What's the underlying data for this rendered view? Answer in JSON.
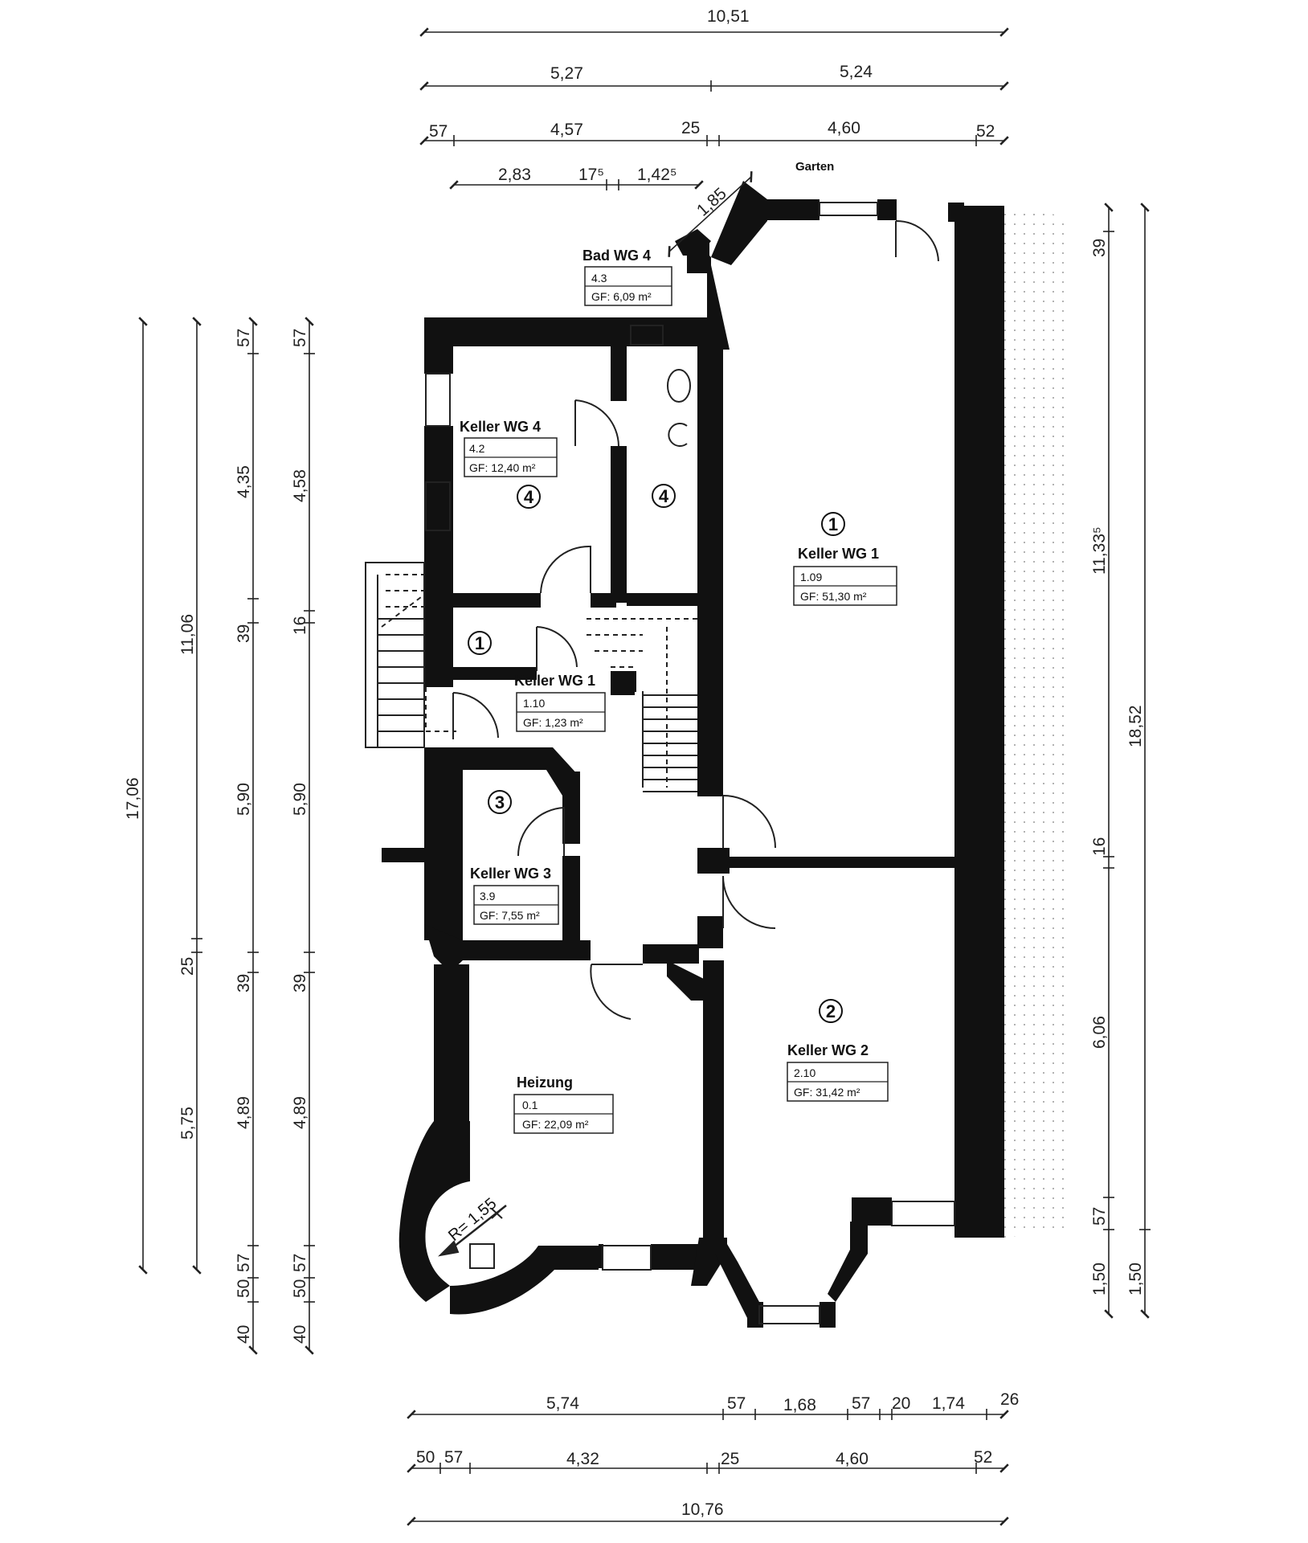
{
  "plan": {
    "rooms": [
      {
        "id": "keller-wg4",
        "name": "Keller WG 4",
        "number": "4.2",
        "area": "GF: 12,40 m²"
      },
      {
        "id": "bad-wg4",
        "name": "Bad WG 4",
        "number": "4.3",
        "area": "GF: 6,09 m²"
      },
      {
        "id": "keller-wg1-main",
        "name": "Keller WG 1",
        "number": "1.09",
        "area": "GF: 51,30 m²"
      },
      {
        "id": "keller-wg1-small",
        "name": "Keller WG 1",
        "number": "1.10",
        "area": "GF: 1,23 m²"
      },
      {
        "id": "keller-wg3",
        "name": "Keller WG 3",
        "number": "3.9",
        "area": "GF: 7,55 m²"
      },
      {
        "id": "keller-wg2",
        "name": "Keller WG 2",
        "number": "2.10",
        "area": "GF: 31,42 m²"
      },
      {
        "id": "heizung",
        "name": "Heizung",
        "number": "0.1",
        "area": "GF: 22,09 m²"
      }
    ],
    "badges": [
      "4",
      "4",
      "1",
      "1",
      "3",
      "2"
    ],
    "garden_label": "Garten",
    "radius_label": "R= 1,55",
    "dim_top": {
      "row1": [
        "10,51"
      ],
      "row2": [
        "5,27",
        "5,24"
      ],
      "row3": [
        "57",
        "4,57",
        "25",
        "4,60",
        "52"
      ],
      "row4": [
        "2,83",
        "17⁵",
        "1,42⁵"
      ],
      "diagonal": "1,85"
    },
    "dim_bottom": {
      "row1": [
        "5,74",
        "57",
        "1,68",
        "57",
        "20",
        "1,74",
        "26"
      ],
      "row2": [
        "50",
        "57",
        "4,32",
        "25",
        "4,60",
        "52"
      ],
      "row3": [
        "10,76"
      ]
    },
    "dim_left": {
      "col1": [
        "17,06"
      ],
      "col2": [
        "11,06",
        "25",
        "5,75"
      ],
      "col3": [
        "57",
        "4,35",
        "39",
        "5,90",
        "39",
        "4,89",
        "57",
        "50",
        "40"
      ],
      "col4": [
        "57",
        "4,58",
        "16",
        "5,90",
        "39",
        "4,89",
        "57",
        "50",
        "40"
      ]
    },
    "dim_right": {
      "col1": [
        "39",
        "11,33⁵",
        "16",
        "6,06",
        "57",
        "1,50"
      ],
      "col2": [
        "18,52",
        "1,50"
      ]
    }
  }
}
